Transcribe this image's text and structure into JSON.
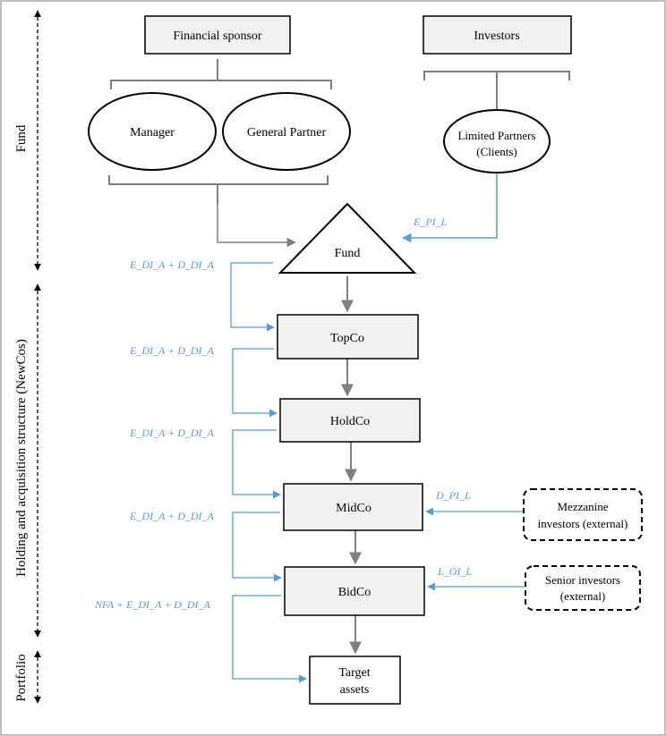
{
  "sections": {
    "fund": "Fund",
    "holding": "Holding and acquisition structure (NewCos)",
    "portfolio": "Portfolio"
  },
  "boxes": {
    "financial_sponsor": "Financial sponsor",
    "investors": "Investors",
    "topco": "TopCo",
    "holdco": "HoldCo",
    "midco": "MidCo",
    "bidco": "BidCo",
    "target_line1": "Target",
    "target_line2": "assets"
  },
  "ellipses": {
    "manager": "Manager",
    "general_partner": "General Partner",
    "lp_line1": "Limited Partners",
    "lp_line2": "(Clients)"
  },
  "fund_triangle": "Fund",
  "external": {
    "mezz_line1": "Mezzanine",
    "mezz_line2": "investors (external)",
    "senior_line1": "Senior investors",
    "senior_line2": "(external)"
  },
  "flows": {
    "e_pi_l": "E_PI_L",
    "fund_topco": "E_DI_A + D_DI_A",
    "topco_holdco": "E_DI_A + D_DI_A",
    "holdco_midco": "E_DI_A + D_DI_A",
    "midco_bidco": "E_DI_A + D_DI_A",
    "bidco_target": "NFA + E_DI_A + D_DI_A",
    "d_pi_l": "D_PI_L",
    "l_oi_l": "L_OI_L"
  },
  "colors": {
    "blue_flow": "#5b9bd5",
    "gray_flow": "#7f7f7f",
    "box_fill": "#f2f2f2"
  }
}
